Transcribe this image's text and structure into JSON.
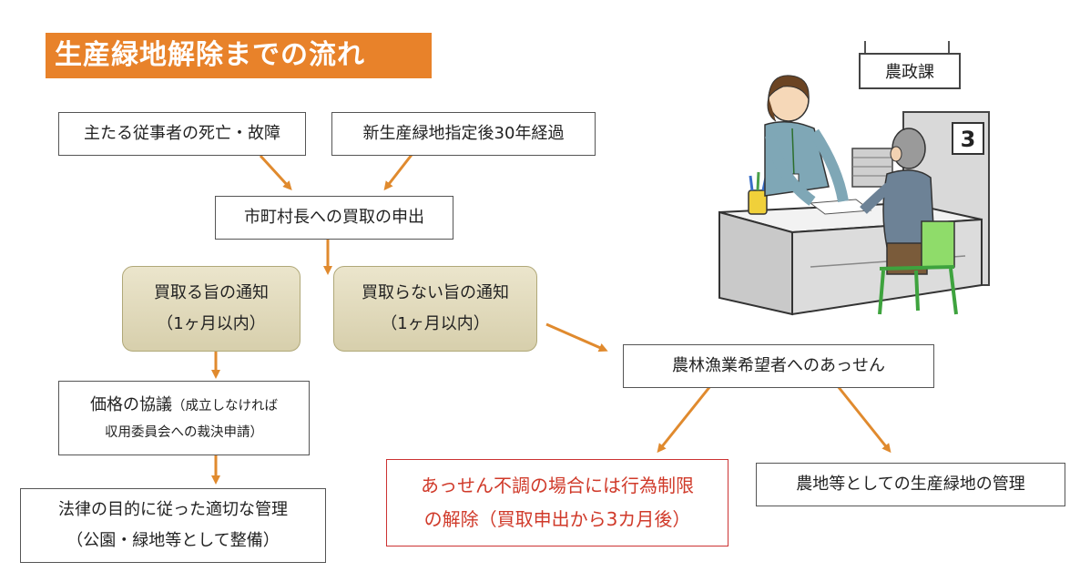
{
  "title": "生産緑地解除までの流れ",
  "boxes": {
    "cause_death": "主たる従事者の死亡・故障",
    "cause_years": "新生産緑地指定後30年経過",
    "request": "市町村長への買取の申出",
    "buy_notice": {
      "line1": "買取る旨の通知",
      "line2": "（1ヶ月以内）"
    },
    "nobuy_notice": {
      "line1": "買取らない旨の通知",
      "line2": "（1ヶ月以内）"
    },
    "price": {
      "main": "価格の協議",
      "note1": "（成立しなければ",
      "note2": "収用委員会への裁決申請）"
    },
    "law": {
      "line1": "法律の目的に従った適切な管理",
      "line2": "（公園・緑地等として整備）"
    },
    "mediation": "農林漁業希望者へのあっせん",
    "failure": {
      "line1": "あっせん不調の場合には行為制限",
      "line2": "の解除（買取申出から3カ月後）"
    },
    "farm": "農地等としての生産緑地の管理"
  },
  "illustration": {
    "sign": "農政課",
    "counter_number": "3"
  },
  "colors": {
    "title_bg": "#e8822a",
    "arrow": "#e08a2e",
    "tan_box": "#ddd6b8",
    "red_text": "#d03a2a"
  }
}
